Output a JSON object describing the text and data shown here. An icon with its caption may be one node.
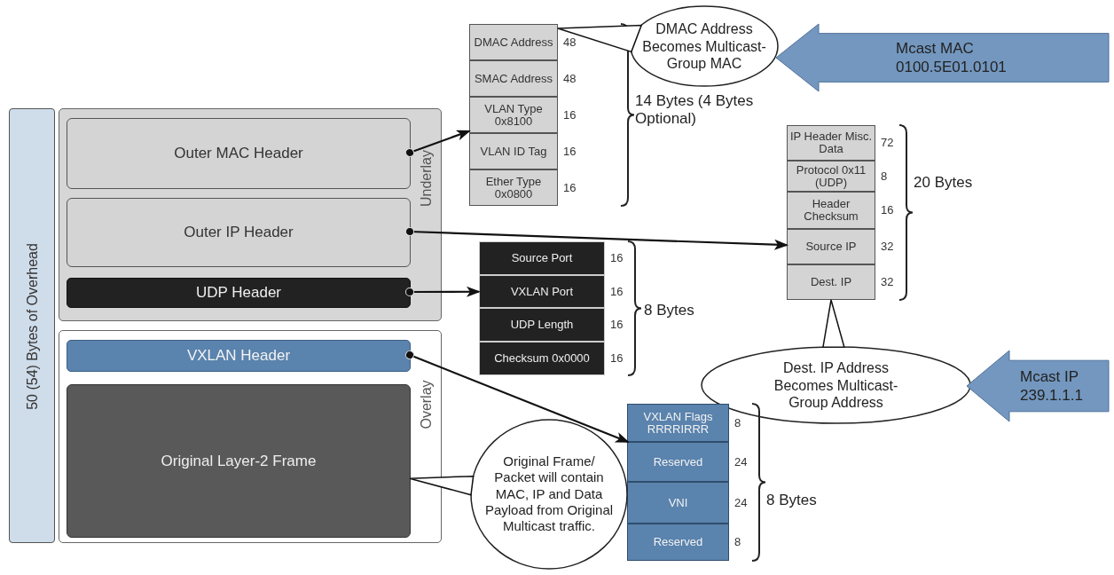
{
  "diagram": {
    "nodes": [
      {
        "text": [
          "50 (54) Bytes of Overhead"
        ]
      },
      {
        "text": [
          "Underlay"
        ]
      },
      {
        "text": [
          "Outer MAC Header"
        ],
        "in": 1
      },
      {
        "text": [
          "Outer IP Header"
        ],
        "in": 1
      },
      {
        "text": [
          "UDP Header"
        ],
        "in": 1
      },
      {
        "text": [
          "Overlay"
        ]
      },
      {
        "text": [
          "VXLAN Header"
        ],
        "in": 5
      },
      {
        "text": [
          "Original Layer-2 Frame"
        ],
        "in": 5
      },
      {
        "text": [
          "DMAC Address"
        ],
        "beside": [
          "48"
        ]
      },
      {
        "text": [
          "SMAC Address"
        ],
        "beside": [
          "48"
        ]
      },
      {
        "text": [
          "VLAN Type 0x8100"
        ],
        "beside": [
          "16"
        ]
      },
      {
        "text": [
          "VLAN ID Tag"
        ],
        "beside": [
          "16"
        ]
      },
      {
        "text": [
          "Ether Type 0x0800"
        ],
        "beside": [
          "16"
        ]
      },
      {
        "text": [
          "DMAC Address Becomes Multicast-Group MAC"
        ]
      },
      {
        "text": [
          "Mcast MAC 0100.5E01.0101"
        ]
      },
      {
        "text": [
          "IP Header Misc. Data"
        ],
        "beside": [
          "72"
        ]
      },
      {
        "text": [
          "Protocol 0x11 (UDP)"
        ],
        "beside": [
          "8"
        ]
      },
      {
        "text": [
          "Header Checksum"
        ],
        "beside": [
          "16"
        ]
      },
      {
        "text": [
          "Source IP"
        ],
        "beside": [
          "32"
        ]
      },
      {
        "text": [
          "Dest. IP"
        ],
        "beside": [
          "32"
        ]
      },
      {
        "text": [
          "Dest. IP Address Becomes Multicast-Group Address"
        ]
      },
      {
        "text": [
          "Mcast IP 239.1.1.1"
        ]
      },
      {
        "text": [
          "Source Port"
        ],
        "beside": [
          "16"
        ]
      },
      {
        "text": [
          "VXLAN Port"
        ],
        "beside": [
          "16"
        ]
      },
      {
        "text": [
          "UDP Length"
        ],
        "beside": [
          "16"
        ]
      },
      {
        "text": [
          "Checksum 0x0000"
        ],
        "beside": [
          "16"
        ]
      },
      {
        "text": [
          "VXLAN Flags RRRRIRRR"
        ],
        "beside": [
          "8"
        ]
      },
      {
        "text": [
          "Reserved"
        ],
        "beside": [
          "24"
        ]
      },
      {
        "text": [
          "VNI"
        ],
        "beside": [
          "24"
        ]
      },
      {
        "text": [
          "Reserved"
        ],
        "beside": [
          "8"
        ]
      },
      {
        "text": [
          "Original Frame/ Packet will contain MAC, IP and Data Payload from Original Multicast traffic."
        ]
      }
    ],
    "edges": [
      {
        "from": 2,
        "to": 10,
        "arrow": "to"
      },
      {
        "from": 3,
        "to": 18,
        "arrow": "to"
      },
      {
        "from": 4,
        "to": 23,
        "arrow": "to"
      },
      {
        "from": 6,
        "to": 27,
        "arrow": "to"
      },
      {
        "from": 13,
        "to": 8,
        "arrow": "none"
      },
      {
        "from": 20,
        "to": 19,
        "arrow": "none"
      },
      {
        "from": 30,
        "to": 7,
        "arrow": "none"
      }
    ],
    "labels": [
      "14 Bytes (4 Bytes Optional)",
      "20 Bytes",
      "8 Bytes",
      "8 Bytes"
    ]
  }
}
